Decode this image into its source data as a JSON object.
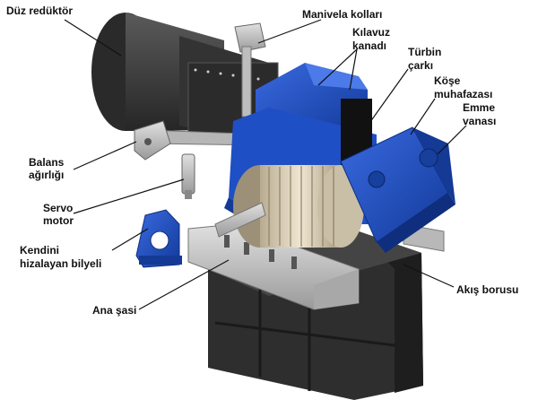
{
  "labels": {
    "duz_reduktor": "Düz redüktör",
    "manivela_kollari": "Manivela kolları",
    "kilavuz_kanadi_1": "Kılavuz",
    "kilavuz_kanadi_2": "kanadı",
    "turbin_carki_1": "Türbin",
    "turbin_carki_2": "çarkı",
    "kose_muhafazasi_1": "Köşe",
    "kose_muhafazasi_2": "muhafazası",
    "emme_vanasi_1": "Emme",
    "emme_vanasi_2": "vanası",
    "balans_agirligi_1": "Balans",
    "balans_agirligi_2": "ağırlığı",
    "servo_motor_1": "Servo",
    "servo_motor_2": "motor",
    "kendini_hizalayan_1": "Kendini",
    "kendini_hizalayan_2": "hizalayan bilyeli",
    "ana_sasi": "Ana şasi",
    "akis_borusu": "Akış borusu"
  },
  "colors": {
    "housing_blue": "#1f4fc4",
    "housing_dark_blue": "#143a96",
    "steel_dark": "#3a3a3a",
    "steel_light": "#c9c9c9",
    "runner_beige": "#d8cdb5"
  }
}
